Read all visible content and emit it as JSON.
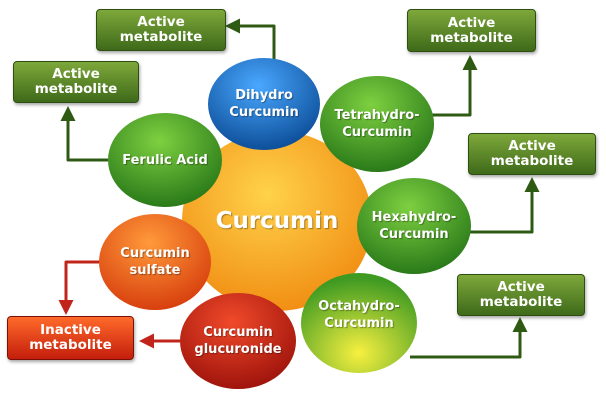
{
  "center": {
    "label": "Curcumin",
    "color": "#f5a623"
  },
  "nodes": [
    {
      "id": "dihydro",
      "label": "Dihydro\nCurcumin",
      "color": "#1d6fc4"
    },
    {
      "id": "tetrahydro",
      "label": "Tetrahydro-\nCurcumin",
      "color": "#3f9a2a"
    },
    {
      "id": "hexahydro",
      "label": "Hexahydro-\nCurcumin",
      "color": "#3f9a2a"
    },
    {
      "id": "octahydro",
      "label": "Octahydro-\nCurcumin",
      "color": "#6fb82a"
    },
    {
      "id": "glucuronide",
      "label": "Curcumin\nglucuronide",
      "color": "#c41d12"
    },
    {
      "id": "sulfate",
      "label": "Curcumin\nsulfate",
      "color": "#ea5a1c"
    },
    {
      "id": "ferulic",
      "label": "Ferulic Acid",
      "color": "#4ea02c"
    }
  ],
  "boxes": {
    "active_label": "Active\nmetabolite",
    "inactive_label": "Inactive\nmetabolite",
    "arrow_color_active": "#2f5a14",
    "arrow_color_inactive": "#c0241a"
  }
}
